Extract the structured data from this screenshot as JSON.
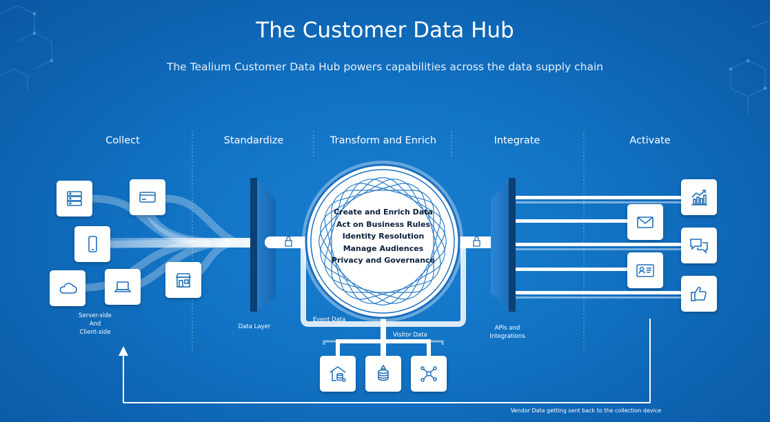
{
  "header": {
    "title": "The Customer Data Hub",
    "subtitle": "The Tealium Customer Data Hub powers capabilities across the data supply chain"
  },
  "stages": [
    "Collect",
    "Standardize",
    "Transform and Enrich",
    "Integrate",
    "Activate"
  ],
  "hub": {
    "capabilities": [
      "Create and Enrich Data",
      "Act on Business Rules",
      "Identity Resolution",
      "Manage Audiences",
      "Privacy and Governance"
    ]
  },
  "labels": {
    "collect_caption": [
      "Server-side",
      "And",
      "Client-side"
    ],
    "data_layer": "Data Layer",
    "event_data": "Event Data",
    "visitor_data": "Visitor Data",
    "apis": [
      "APIs and",
      "Integrations"
    ],
    "vendor_feedback": "Vendor Data getting sent back to the collection device"
  },
  "icons": {
    "collect": [
      "server-icon",
      "credit-card-icon",
      "mobile-phone-icon",
      "cloud-icon",
      "laptop-icon",
      "storefront-icon"
    ],
    "activate": [
      "bar-chart-icon",
      "email-icon",
      "chat-bubbles-icon",
      "id-card-icon",
      "thumbs-up-icon"
    ],
    "storage": [
      "data-warehouse-icon",
      "database-icon",
      "network-nodes-icon"
    ]
  },
  "colors": {
    "background": "#1273c4",
    "panel_dark": "#0d3f73",
    "hub_ring": "#1a6fbf",
    "icon_blue": "#1f6fb8"
  }
}
